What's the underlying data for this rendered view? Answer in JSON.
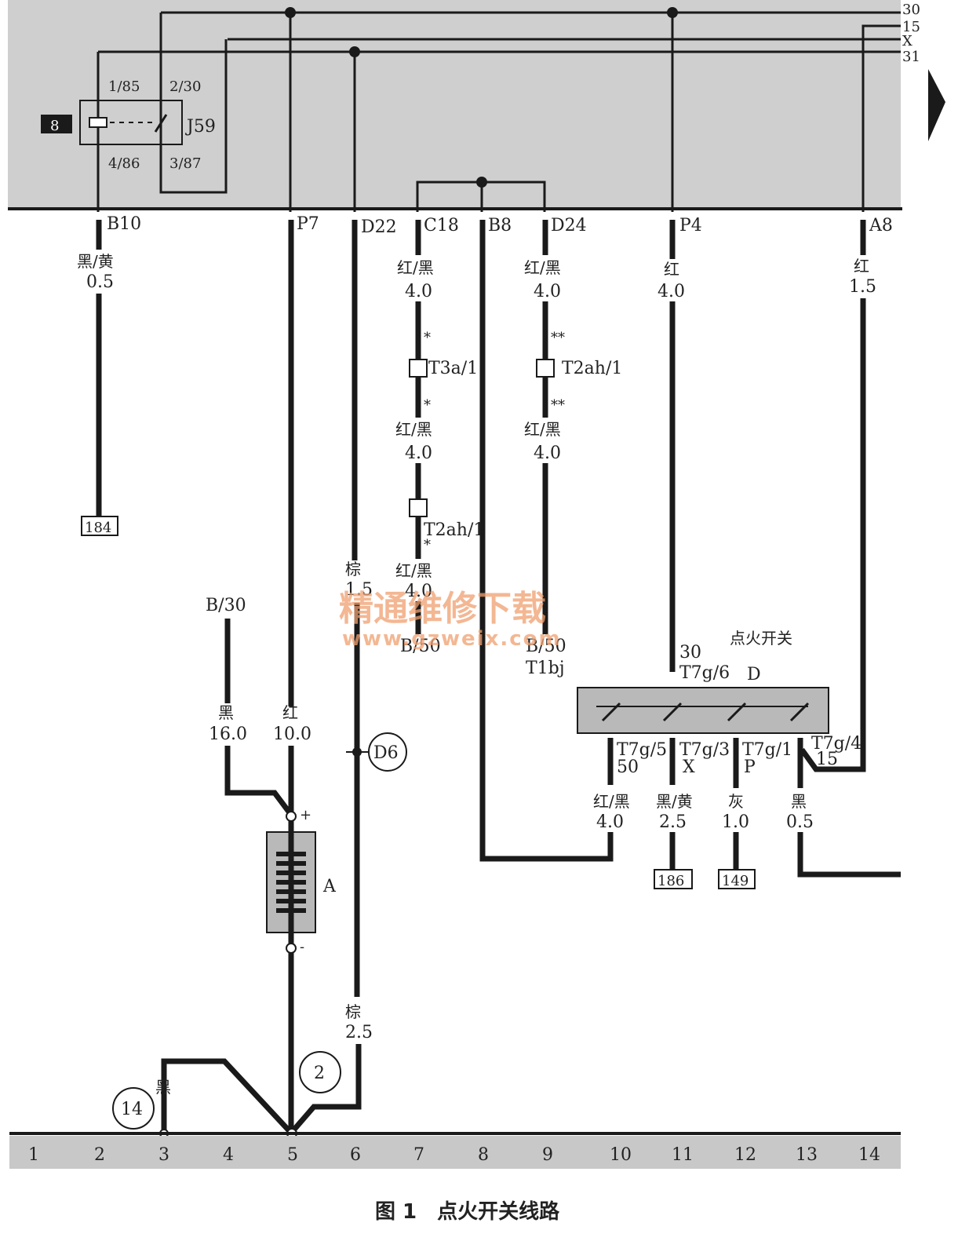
{
  "rails": {
    "r30": "30",
    "r15": "15",
    "rX": "X",
    "r31": "31"
  },
  "relay": {
    "id_badge": "8",
    "name": "J59",
    "pin_1_85": "1/85",
    "pin_2_30": "2/30",
    "pin_4_86": "4/86",
    "pin_3_87": "3/87"
  },
  "connectors": {
    "b10": "B10",
    "p7": "P7",
    "d22": "D22",
    "c18": "C18",
    "b8": "B8",
    "d24": "D24",
    "p4": "P4",
    "a8": "A8"
  },
  "wire_labels": {
    "b10_color": "黑/黄",
    "b10_size": "0.5",
    "c18_color": "红/黑",
    "c18_size": "4.0",
    "d24_color": "红/黑",
    "d24_size": "4.0",
    "p4_color": "红",
    "p4_size": "4.0",
    "a8_color": "红",
    "a8_size": "1.5",
    "c18_mid_color": "红/黑",
    "c18_mid_size": "4.0",
    "d24_mid_color": "红/黑",
    "d24_mid_size": "4.0",
    "c18_low_color": "红/黑",
    "c18_low_size": "4.0",
    "d22_color": "棕",
    "d22_size": "1.5",
    "b30_left": "B/30",
    "left_color": "黑",
    "left_size": "16.0",
    "p7_color": "红",
    "p7_size": "10.0",
    "d22_low_color": "棕",
    "d22_low_size": "2.5",
    "ground_color": "黑",
    "t50_color": "红/黑",
    "t50_size": "4.0",
    "tx_color": "黑/黄",
    "tx_size": "2.5",
    "tp_color": "灰",
    "tp_size": "1.0",
    "t15_color": "黑",
    "t15_size": "0.5"
  },
  "connector_pins": {
    "t3a1": "T3a/1",
    "t2ah1_right": "T2ah/1",
    "t2ah1_left": "T2ah/1",
    "b50_left": "B/50",
    "b50_right": "B/50",
    "t1bj": "T1bj"
  },
  "markers": {
    "single": "*",
    "double": "**"
  },
  "refs": {
    "r184": "184",
    "r186": "186",
    "r149": "149"
  },
  "circles": {
    "d6": "D6",
    "c2": "2",
    "c14": "14"
  },
  "ignition": {
    "title": "点火开关",
    "name": "D",
    "t30": "30",
    "t7g6": "T7g/6",
    "t7g5": "T7g/5",
    "t50": "50",
    "t7g3": "T7g/3",
    "tX": "X",
    "t7g1": "T7g/1",
    "tP": "P",
    "t7g4": "T7g/4",
    "t15": "15"
  },
  "battery": {
    "name": "A",
    "plus": "+",
    "minus": "-"
  },
  "ruler": [
    "1",
    "2",
    "3",
    "4",
    "5",
    "6",
    "7",
    "8",
    "9",
    "10",
    "11",
    "12",
    "13",
    "14"
  ],
  "watermark": {
    "line1": "精通维修下载",
    "line2": "www.gzweix.com"
  },
  "caption": "图 1　点火开关线路",
  "colors": {
    "panel": "#cfcfcf",
    "ruler": "#c8c8c8",
    "wire": "#1a1a1a",
    "watermark": "#f0a070"
  }
}
